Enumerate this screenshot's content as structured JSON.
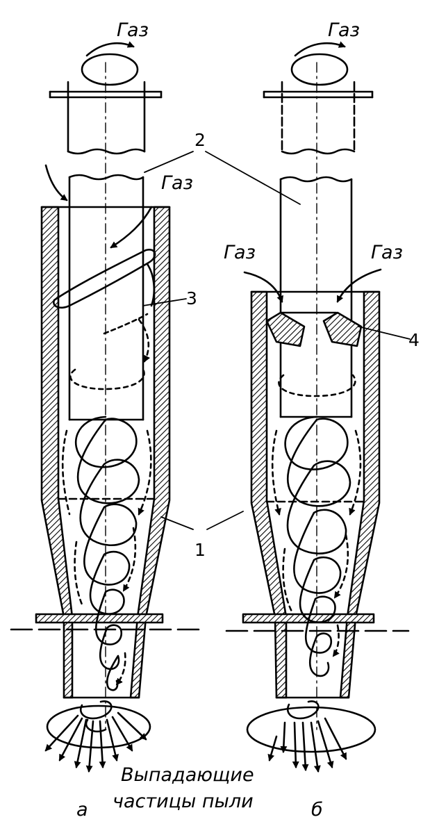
{
  "labels": {
    "gas_top_a": "Газ",
    "gas_top_b": "Газ",
    "gas_inlet_a": "Газ",
    "gas_inlet_b_left": "Газ",
    "gas_inlet_b_right": "Газ",
    "num_1": "1",
    "num_2": "2",
    "num_3": "3",
    "num_4": "4",
    "caption_line1": "Выпадающие",
    "caption_line2": "частицы пыли",
    "variant_a": "а",
    "variant_b": "б"
  },
  "colors": {
    "ink": "#000000",
    "paper": "#ffffff"
  }
}
